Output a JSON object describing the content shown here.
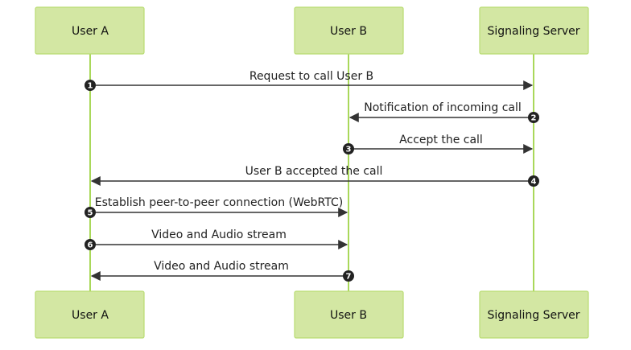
{
  "actors": [
    {
      "id": "a",
      "label": "User A"
    },
    {
      "id": "b",
      "label": "User B"
    },
    {
      "id": "s",
      "label": "Signaling Server"
    }
  ],
  "messages": [
    {
      "num": "1",
      "from": "a",
      "to": "s",
      "label": "Request to call User B"
    },
    {
      "num": "2",
      "from": "s",
      "to": "b",
      "label": "Notification of incoming call"
    },
    {
      "num": "3",
      "from": "b",
      "to": "s",
      "label": "Accept the call"
    },
    {
      "num": "4",
      "from": "s",
      "to": "a",
      "label": "User B accepted the call"
    },
    {
      "num": "5",
      "from": "a",
      "to": "b",
      "label": "Establish peer-to-peer connection (WebRTC)"
    },
    {
      "num": "6",
      "from": "a",
      "to": "b",
      "label": "Video and Audio stream"
    },
    {
      "num": "7",
      "from": "b",
      "to": "a",
      "label": "Video and Audio stream"
    }
  ],
  "colors": {
    "actor_fill": "#d3e7a3",
    "actor_border": "#b9dc72",
    "lifeline": "#a9d85a",
    "arrow": "#333333"
  }
}
